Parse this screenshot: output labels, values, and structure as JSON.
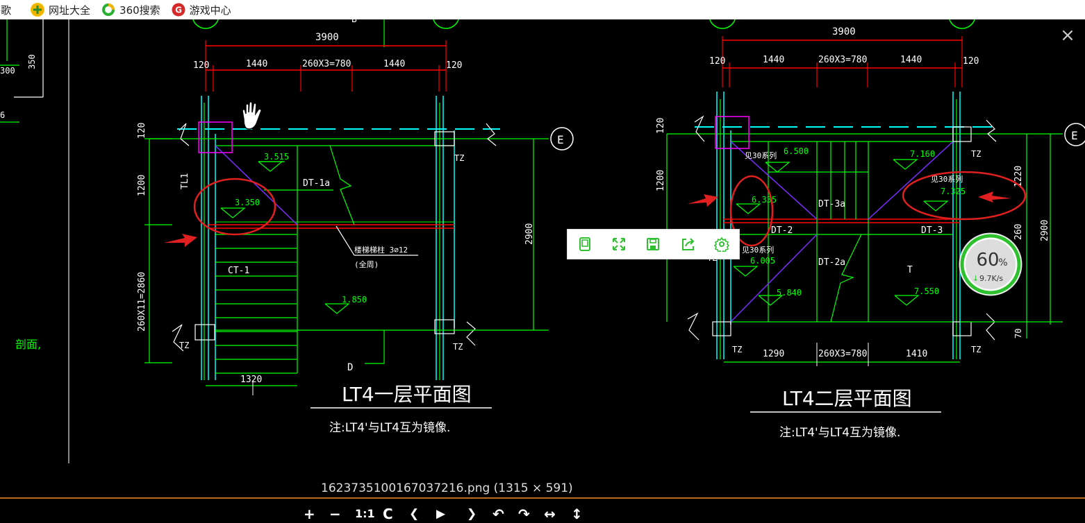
{
  "bookmarks": [
    {
      "label": "谷歌",
      "icon": "google-icon"
    },
    {
      "label": "网址大全",
      "icon": "site-directory-icon"
    },
    {
      "label": "360搜索",
      "icon": "360-search-icon"
    },
    {
      "label": "游戏中心",
      "icon": "game-center-icon"
    }
  ],
  "viewer": {
    "close_label": "×",
    "file_caption": "1623735100167037216.png (1315 × 591)",
    "zoom_percent": "60",
    "zoom_unit": "%",
    "download_speed": "9.7K/s",
    "controls": [
      "+",
      "−",
      "1:1",
      "C",
      "❮",
      "▶",
      "❯",
      "↶",
      "↷",
      "↔",
      "↕"
    ]
  },
  "drawing": {
    "left_fragment": {
      "dim_300": "300",
      "dim_350": "350",
      "frag_6": "6",
      "section_label": "剖面,"
    },
    "plan1": {
      "axis_b": "B",
      "axis_d": "D",
      "axis_e": "E",
      "dim_total": "3900",
      "dim_120_left": "120",
      "dim_1440_left": "1440",
      "dim_stairs": "260X3=780",
      "dim_1440_right": "1440",
      "dim_120_right": "120",
      "dim_v120": "120",
      "dim_v1200": "1200",
      "dim_v_stairs": "260X11=2860",
      "dim_v2900": "2900",
      "dim_bottom": "1320",
      "label_tl1": "TL1",
      "label_dt1a": "DT-1a",
      "label_ct1": "CT-1",
      "label_tz1": "TZ",
      "label_tz2": "TZ",
      "label_tz3": "TZ",
      "elev_1": "3.515",
      "elev_2": "3.350",
      "elev_3": "1.850",
      "note_rebar_1": "楼梯梯柱 3⌀12",
      "note_rebar_2": "(全周)",
      "title": "LT4一层平面图",
      "note": "注:LT4'与LT4互为镜像."
    },
    "plan2": {
      "axis_e": "E",
      "dim_total": "3900",
      "dim_120_left": "120",
      "dim_1440_left": "1440",
      "dim_stairs": "260X3=780",
      "dim_1440_right": "1440",
      "dim_120_right": "120",
      "dim_v120": "120",
      "dim_v1200": "1200",
      "dim_v1220": "1220",
      "dim_v260": "260",
      "dim_v2900": "2900",
      "dim_v70": "70",
      "dim_b_1290": "1290",
      "dim_b_stairs": "260X3=780",
      "dim_b_1410": "1410",
      "label_dt3a": "DT-3a",
      "label_dt2": "DT-2",
      "label_dt3": "DT-3",
      "label_dt2a": "DT-2a",
      "label_tz1": "TZ",
      "label_tz2": "TZ",
      "label_tz3": "TZ",
      "label_tz4": "TZ",
      "label_t": "T",
      "note_1": "见30系列",
      "note_2": "见30系列",
      "note_3": "见30系列",
      "elev_1": "6.500",
      "elev_2": "7.160",
      "elev_3": "7.325",
      "elev_4": "6.335",
      "elev_5": "6.005",
      "elev_6": "5.840",
      "elev_7": "7.550",
      "title": "LT4二层平面图",
      "note": "注:LT4'与LT4互为镜像."
    }
  },
  "colors": {
    "cad_green": "#00ff00",
    "cad_cyan": "#00ffff",
    "cad_red": "#ff0000",
    "cad_white": "#ffffff",
    "cad_magenta": "#ff00ff",
    "cad_purple": "#7b2cff",
    "annotation_red": "#e02020",
    "accent_green": "#2fc02f"
  }
}
